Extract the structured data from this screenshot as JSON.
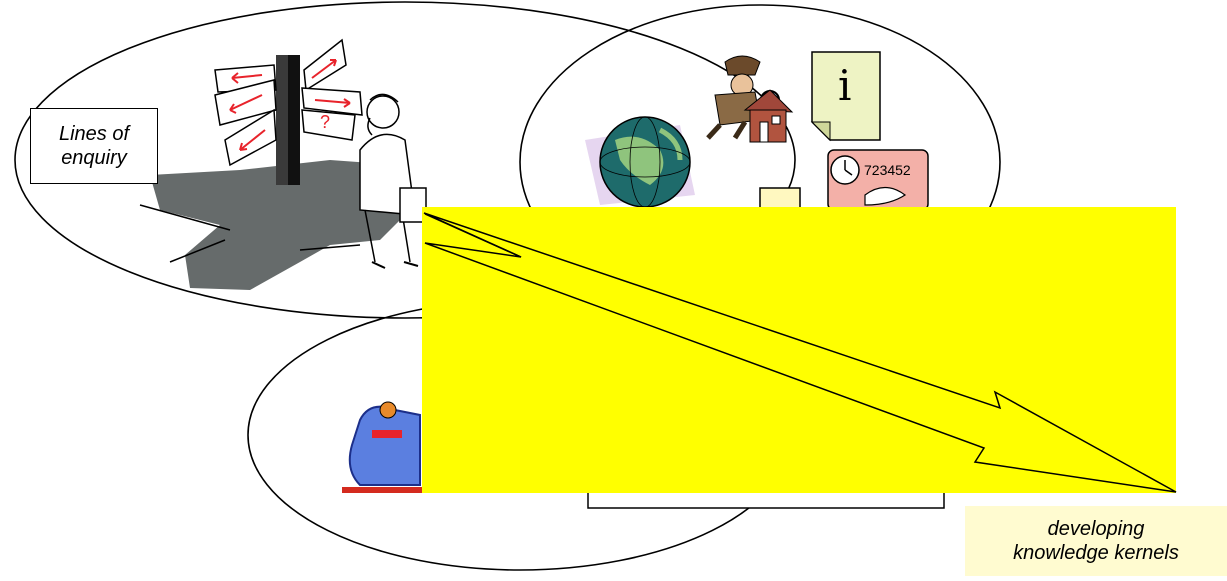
{
  "labels": {
    "lines_of_enquiry": [
      "Lines of",
      "enquiry"
    ],
    "developing_knowledge_kernels": [
      "developing",
      "knowledge kernels"
    ]
  },
  "icons": [
    "signpost-figure-icon",
    "detective-house-icon",
    "information-note-icon",
    "globe-icon",
    "clock-book-icon",
    "handshake-figures-icon",
    "arrow-icon"
  ],
  "colors": {
    "highlight": "#ffff00",
    "label_fill": "#fffbd0",
    "arrow_accent": "#e8232b",
    "outline": "#000000"
  }
}
